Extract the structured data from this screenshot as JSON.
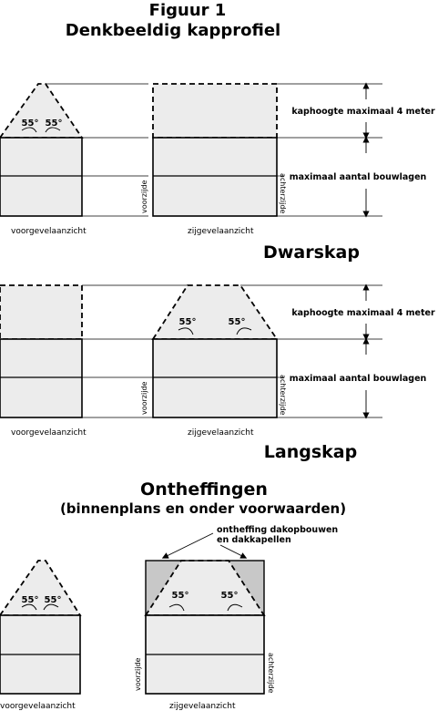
{
  "header": {
    "figure": "Figuur 1",
    "title": "Denkbeeldig kapprofiel"
  },
  "diagram1": {
    "roof_height_label": "kaphoogte maximaal 4 meter",
    "layers_label": "maximaal aantal bouwlagen",
    "front_view_label": "voorgevelaanzicht",
    "side_view_label": "zijgevelaanzicht",
    "front_side": "voorzijde",
    "back_side": "achterzijde",
    "angle_left": "55°",
    "angle_right": "55°",
    "section_title": "Dwarskap"
  },
  "diagram2": {
    "roof_height_label": "kaphoogte maximaal 4 meter",
    "layers_label": "maximaal aantal bouwlagen",
    "front_view_label": "voorgevelaanzicht",
    "side_view_label": "zijgevelaanzicht",
    "front_side": "voorzijde",
    "back_side": "achterzijde",
    "angle_left": "55°",
    "angle_right": "55°",
    "section_title": "Langskap"
  },
  "exemptions": {
    "title": "Ontheffingen",
    "subtitle": "(binnenplans en onder voorwaarden)",
    "dormer_line1": "ontheffing dakopbouwen",
    "dormer_line2": "en dakkapellen",
    "front_view_label": "voorgevelaanzicht",
    "side_view_label": "zijgevelaanzicht",
    "front_side": "voorzijde",
    "back_side": "achterzijde",
    "angle_front_left": "55°",
    "angle_front_right": "55°",
    "angle_side_left": "55°",
    "angle_side_right": "55°"
  }
}
